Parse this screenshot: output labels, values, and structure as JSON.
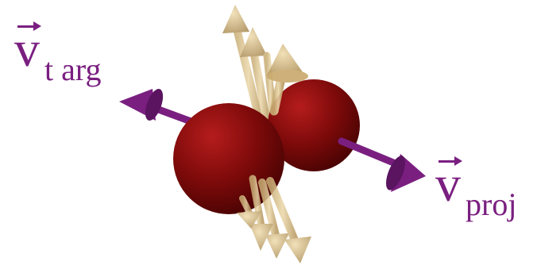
{
  "labels": {
    "target": {
      "symbol": "v",
      "subscript": "t arg"
    },
    "projectile": {
      "symbol": "v",
      "subscript": "proj"
    }
  },
  "colors": {
    "nucleus": "#7d0a0a",
    "velocity_arrow": "#7a1f80",
    "spin_arrow": "#d8c08a",
    "label": "#7a1f80"
  },
  "icons": {
    "nucleus": "sphere",
    "velocity": "arrow",
    "spin": "cone-arrow"
  }
}
